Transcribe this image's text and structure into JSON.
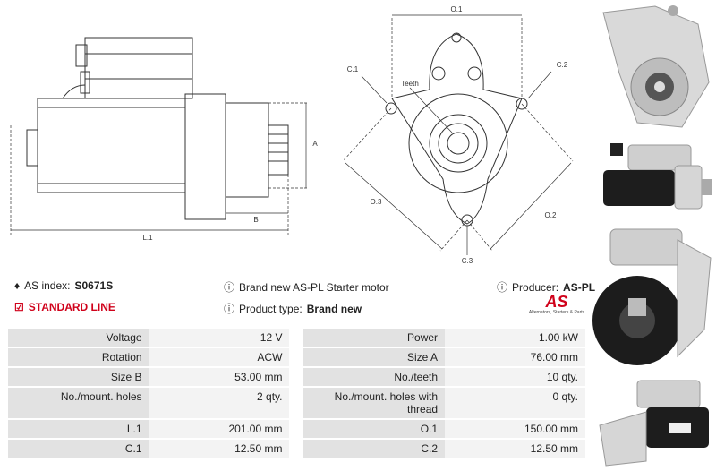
{
  "drawing": {
    "labels": {
      "a": "A",
      "b": "B",
      "l1": "L.1",
      "o1": "O.1",
      "o2": "O.2",
      "o3": "O.3",
      "c1": "C.1",
      "c2": "C.2",
      "c3": "C.3",
      "teeth": "Teeth"
    }
  },
  "info": {
    "as_index_label": "AS index:",
    "as_index_value": "S0671S",
    "line": "STANDARD LINE",
    "description": "Brand new AS-PL Starter motor",
    "product_type_label": "Product type:",
    "product_type_value": "Brand new",
    "producer_label": "Producer:",
    "producer_value": "AS-PL",
    "logo_text": "AS",
    "logo_subtitle": "Alternators, Starters & Parts"
  },
  "specs": [
    {
      "l1": "Voltage",
      "v1": "12 V",
      "l2": "Power",
      "v2": "1.00 kW"
    },
    {
      "l1": "Rotation",
      "v1": "ACW",
      "l2": "Size A",
      "v2": "76.00 mm"
    },
    {
      "l1": "Size B",
      "v1": "53.00 mm",
      "l2": "No./teeth",
      "v2": "10 qty."
    },
    {
      "l1": "No./mount. holes",
      "v1": "2 qty.",
      "l2": "No./mount. holes with thread",
      "v2": "0 qty."
    },
    {
      "l1": "L.1",
      "v1": "201.00 mm",
      "l2": "O.1",
      "v2": "150.00 mm"
    },
    {
      "l1": "C.1",
      "v1": "12.50 mm",
      "l2": "C.2",
      "v2": "12.50 mm"
    }
  ],
  "colors": {
    "accent_red": "#d0021b",
    "label_bg": "#e2e2e2",
    "value_bg": "#f3f3f3"
  }
}
